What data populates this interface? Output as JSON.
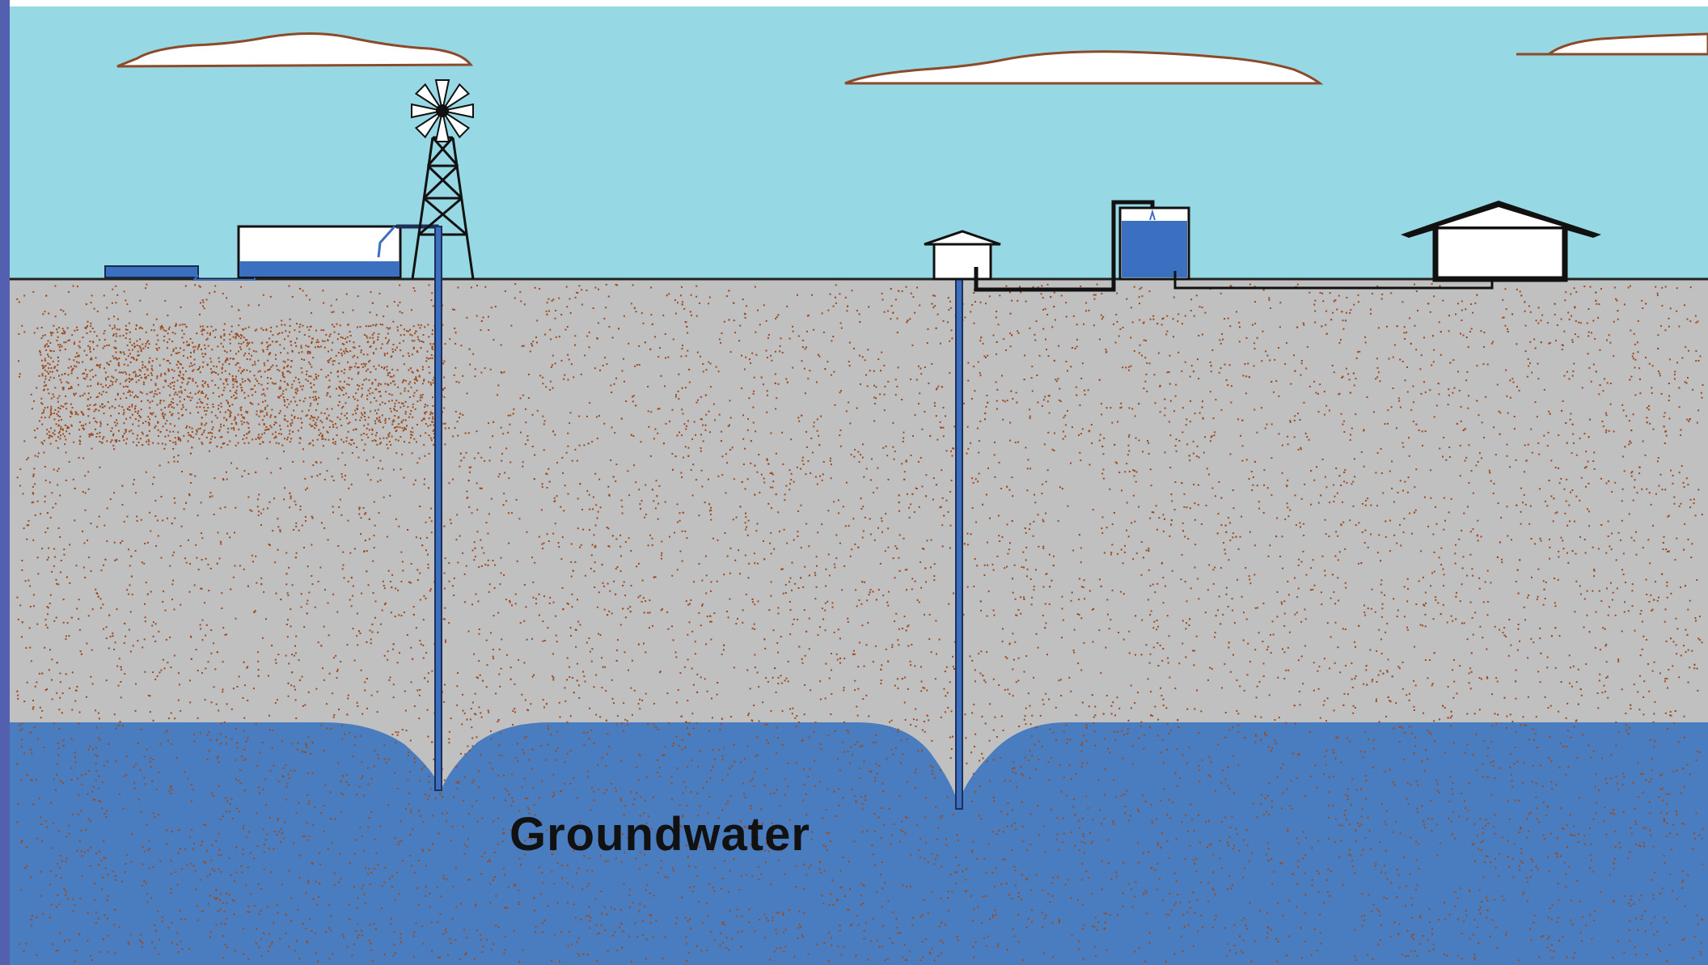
{
  "diagram": {
    "label": "Groundwater",
    "colors": {
      "frame": "#5360b0",
      "sky": "#97d8e5",
      "soil": "#c0c0c0",
      "speckle": "#9c4a1e",
      "water": "#4a7cc0",
      "pipe": "#1f2f55",
      "outline": "#111111",
      "cloud": "#ffffff",
      "cloud_edge": "#8b4a2a",
      "text": "#111111"
    },
    "elements": [
      {
        "name": "windmill",
        "type": "windmill-pump"
      },
      {
        "name": "storage-tank",
        "type": "open-tank"
      },
      {
        "name": "stock-trough",
        "type": "trough"
      },
      {
        "name": "pump-house",
        "type": "well-house"
      },
      {
        "name": "elevated-water-tank",
        "type": "pressure-tank"
      },
      {
        "name": "farm-house",
        "type": "house"
      },
      {
        "name": "left-well",
        "type": "well-casing"
      },
      {
        "name": "right-well",
        "type": "well-casing"
      },
      {
        "name": "cone-of-depression",
        "type": "water-table-drawdown"
      }
    ]
  }
}
